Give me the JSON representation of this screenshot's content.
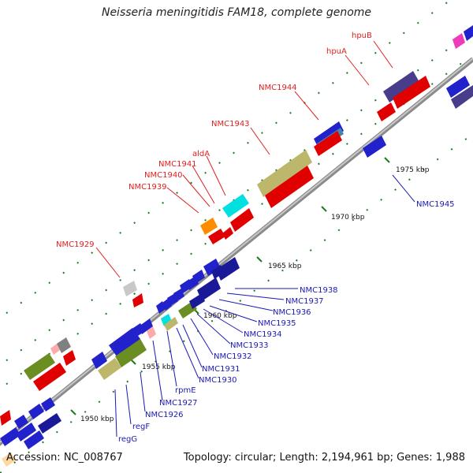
{
  "title": "Neisseria meningitidis FAM18, complete genome",
  "footer": {
    "accession": "Accession: NC_008767",
    "topology": "Topology: circular; Length: 2,194,961 bp; Genes: 1,988"
  },
  "colors": {
    "backbone": "#9a9a9a",
    "red_label": "#e02020",
    "blue_label": "#1a1ab4",
    "tick_dot": "#1d7a1d"
  },
  "ticks": [
    "1950 kbp",
    "1955 kbp",
    "1960 kbp",
    "1965 kbp",
    "1970 kbp",
    "1975 kbp"
  ],
  "gene_labels_top": [
    "hpuB",
    "hpuA",
    "NMC1944",
    "NMC1943",
    "aldA",
    "NMC1941",
    "NMC1940",
    "NMC1939",
    "NMC1929"
  ],
  "gene_labels_bottom": [
    "NMC1945",
    "NMC1938",
    "NMC1937",
    "NMC1936",
    "NMC1935",
    "NMC1934",
    "NMC1933",
    "NMC1932",
    "NMC1931",
    "NMC1930",
    "rpmE",
    "NMC1927",
    "NMC1926",
    "regF",
    "regG"
  ]
}
